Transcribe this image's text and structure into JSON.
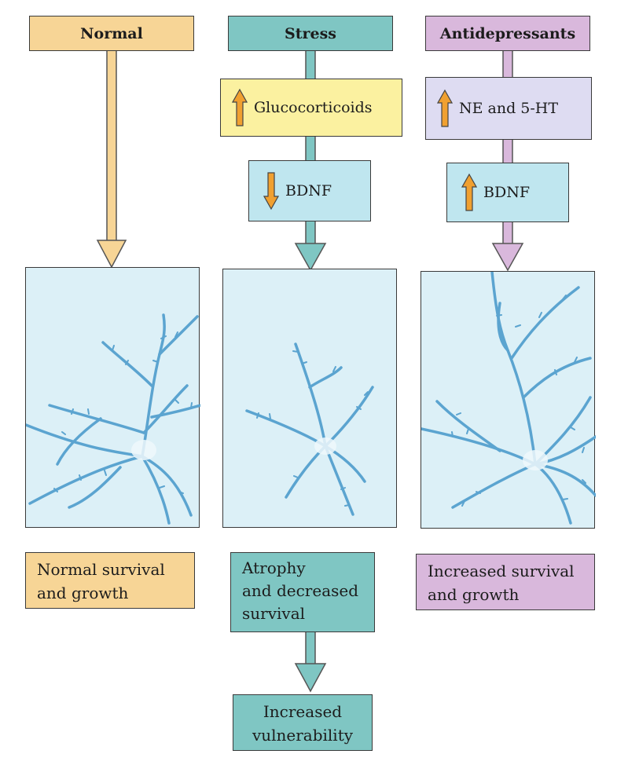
{
  "columns": {
    "normal": {
      "header": "Normal",
      "outcome": [
        "Normal survival",
        "and growth"
      ],
      "color": "#f7d596"
    },
    "stress": {
      "header": "Stress",
      "step1": {
        "label": "Glucocorticoids",
        "direction": "up"
      },
      "step2": {
        "label": "BDNF",
        "direction": "down"
      },
      "outcome": [
        "Atrophy",
        "and decreased",
        "survival"
      ],
      "final": [
        "Increased",
        "vulnerability"
      ],
      "color": "#7fc6c3"
    },
    "antidepressants": {
      "header": "Antidepressants",
      "step1": {
        "label": "NE and 5-HT",
        "direction": "up"
      },
      "step2": {
        "label": "BDNF",
        "direction": "up"
      },
      "outcome": [
        "Increased survival",
        "and growth"
      ],
      "color": "#d9b8dc"
    }
  },
  "colors": {
    "glucocorticoid_box": "#fbf1a0",
    "ne_box": "#dedcf2",
    "bdnf_box": "#bfe6ef",
    "panel": "#dcf0f7",
    "neuron": "#5ba4d0",
    "arrow_icon": "#f0a030"
  },
  "icons": [
    "up-arrow-icon",
    "down-arrow-icon",
    "neuron-illustration"
  ]
}
